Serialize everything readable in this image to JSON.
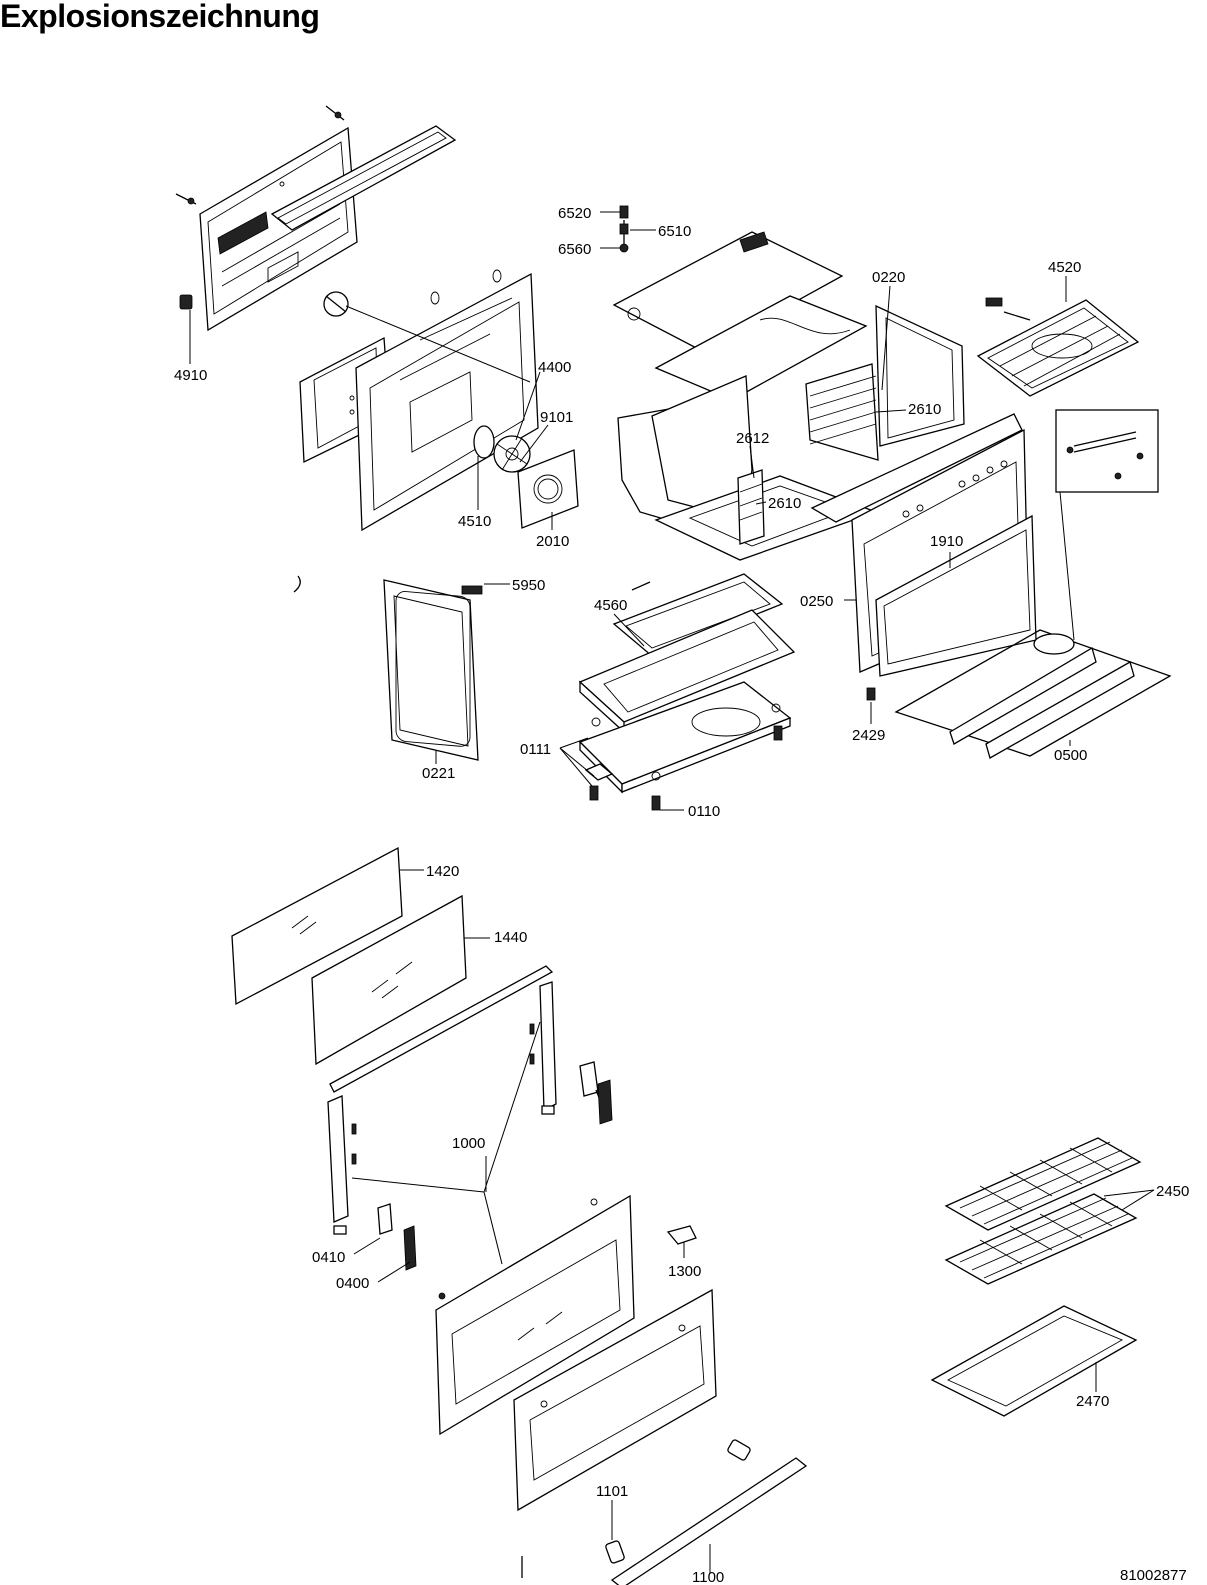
{
  "title": "Explosionszeichnung",
  "document_number": "81002877",
  "parts": [
    {
      "key": "p6520",
      "label": "6520"
    },
    {
      "key": "p6510",
      "label": "6510"
    },
    {
      "key": "p6560",
      "label": "6560"
    },
    {
      "key": "p0220",
      "label": "0220"
    },
    {
      "key": "p4520",
      "label": "4520"
    },
    {
      "key": "p4910",
      "label": "4910"
    },
    {
      "key": "p4400",
      "label": "4400"
    },
    {
      "key": "p9101",
      "label": "9101"
    },
    {
      "key": "p2610a",
      "label": "2610"
    },
    {
      "key": "p2612",
      "label": "2612"
    },
    {
      "key": "p2610b",
      "label": "2610"
    },
    {
      "key": "p4510",
      "label": "4510"
    },
    {
      "key": "p2010",
      "label": "2010"
    },
    {
      "key": "p1910",
      "label": "1910"
    },
    {
      "key": "p5950",
      "label": "5950"
    },
    {
      "key": "p4560",
      "label": "4560"
    },
    {
      "key": "p0250",
      "label": "0250"
    },
    {
      "key": "p2429",
      "label": "2429"
    },
    {
      "key": "p0111",
      "label": "0111"
    },
    {
      "key": "p0500",
      "label": "0500"
    },
    {
      "key": "p0221",
      "label": "0221"
    },
    {
      "key": "p0110",
      "label": "0110"
    },
    {
      "key": "p1420",
      "label": "1420"
    },
    {
      "key": "p1440",
      "label": "1440"
    },
    {
      "key": "p1000",
      "label": "1000"
    },
    {
      "key": "p2450",
      "label": "2450"
    },
    {
      "key": "p0410",
      "label": "0410"
    },
    {
      "key": "p0400",
      "label": "0400"
    },
    {
      "key": "p1300",
      "label": "1300"
    },
    {
      "key": "p2470",
      "label": "2470"
    },
    {
      "key": "p1101",
      "label": "1101"
    },
    {
      "key": "p1100",
      "label": "1100"
    }
  ]
}
